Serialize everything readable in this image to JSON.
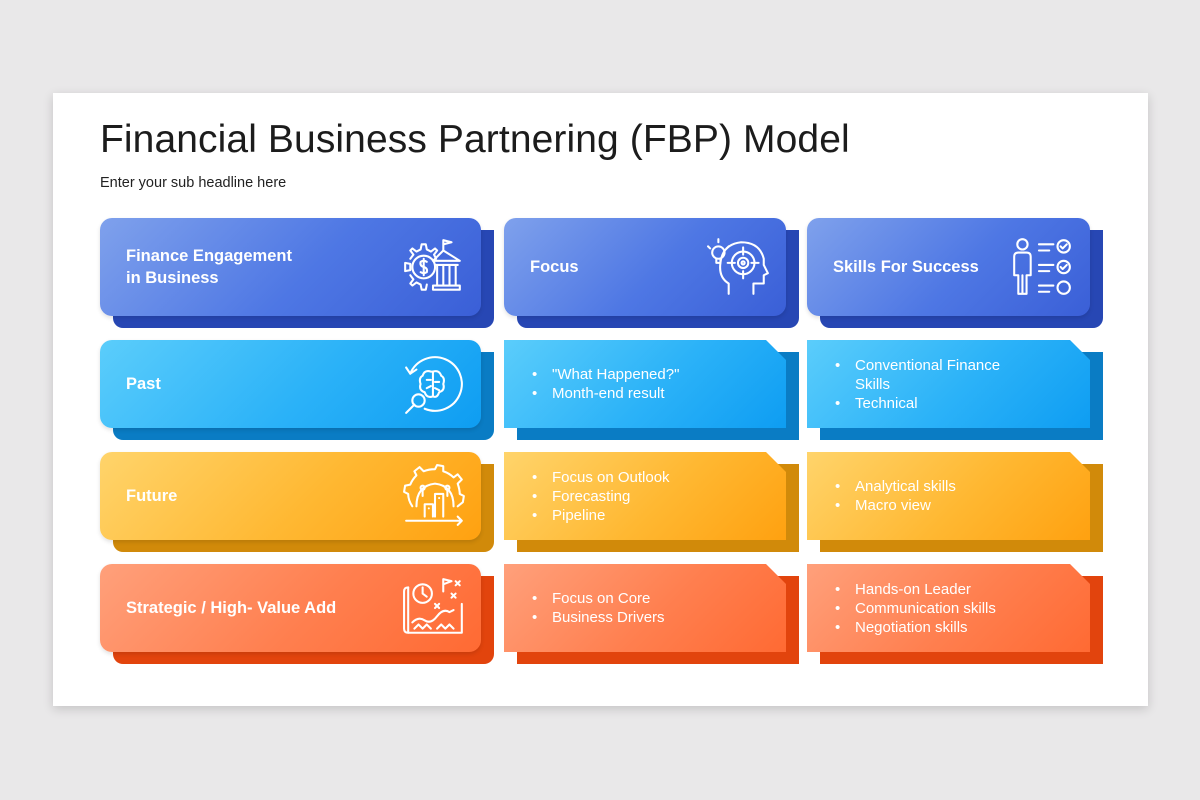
{
  "slide": {
    "title": "Financial Business Partnering (FBP) Model",
    "subtitle": "Enter your sub headline here"
  },
  "headers": [
    {
      "label_line1": "Finance Engagement",
      "label_line2": "in Business",
      "icon": "bank-gear-icon"
    },
    {
      "label_line1": "Focus",
      "label_line2": "",
      "icon": "head-target-icon"
    },
    {
      "label_line1": "Skills For Success",
      "label_line2": "",
      "icon": "person-checklist-icon"
    }
  ],
  "rows": [
    {
      "label": "Past",
      "icon": "brain-search-icon",
      "focus": [
        "\"What Happened?\"",
        "Month-end result"
      ],
      "skills": [
        "Conventional Finance Skills",
        "Technical"
      ]
    },
    {
      "label": "Future",
      "icon": "gear-growth-icon",
      "focus": [
        "Focus on Outlook",
        "Forecasting",
        "Pipeline"
      ],
      "skills": [
        "Analytical skills",
        "Macro view"
      ]
    },
    {
      "label": "Strategic / High- Value Add",
      "icon": "strategy-map-icon",
      "focus": [
        "Focus on Core",
        "Business Drivers"
      ],
      "skills": [
        "Hands-on Leader",
        "Communication skills",
        "Negotiation skills"
      ]
    }
  ],
  "colors": {
    "header": "#4e77e4",
    "past": "#2bb2f8",
    "future": "#ffb832",
    "strategic": "#ff7f4f"
  }
}
